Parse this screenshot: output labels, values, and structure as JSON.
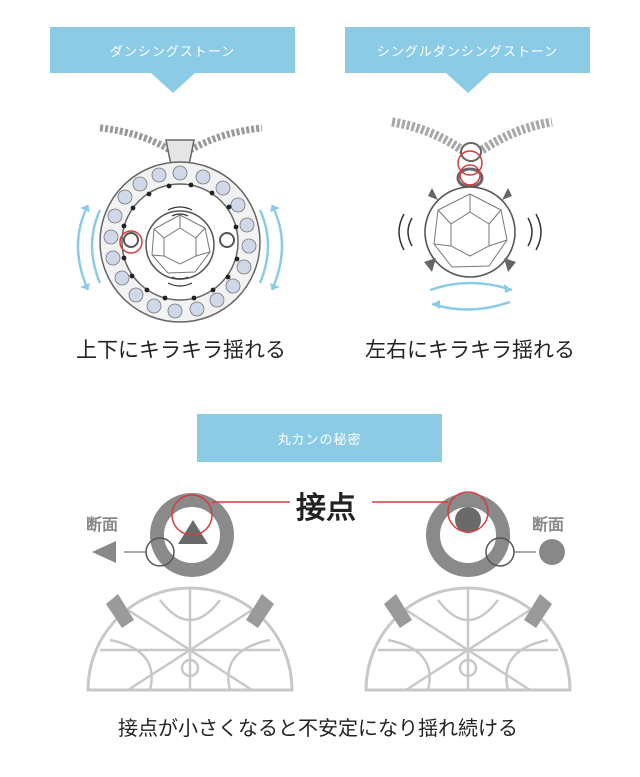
{
  "top": {
    "left_banner": "ダンシングストーン",
    "right_banner": "シングルダンシングストーン",
    "left_caption": "上下にキラキラ揺れる",
    "right_caption": "左右にキラキラ揺れる"
  },
  "bottom": {
    "banner": "丸カンの秘密",
    "contact_label": "接点",
    "left_section_label": "断面",
    "right_section_label": "断面",
    "footer_caption": "接点が小さくなると不安定になり揺れ続ける"
  },
  "colors": {
    "banner": "#8ccbe6",
    "highlight": "#d93b3b",
    "motion_arrow": "#8ccbe6",
    "metal": "#888888"
  }
}
